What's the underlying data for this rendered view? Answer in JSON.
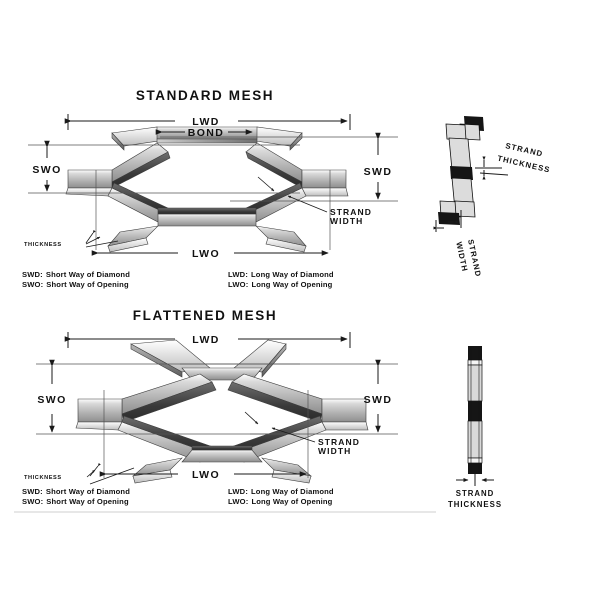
{
  "figure": {
    "kind": "expanded-metal-mesh-terminology-diagram",
    "background_color": "#ffffff",
    "ink_color": "#111111"
  },
  "panels": [
    {
      "id": "standard-mesh",
      "title": "STANDARD MESH",
      "dimensions": {
        "top_overall": "LWD",
        "top_inner": "BOND",
        "left": "SWO",
        "right": "SWD",
        "bottom": "LWO"
      },
      "callouts": [
        {
          "id": "thickness",
          "label": "THICKNESS"
        },
        {
          "id": "strand-width",
          "label": "STRAND\nWIDTH",
          "line1": "STRAND",
          "line2": "WIDTH"
        }
      ],
      "legend": [
        {
          "abbr": "SWD:",
          "text": "Short Way of Diamond"
        },
        {
          "abbr": "SWO:",
          "text": "Short Way of Opening"
        },
        {
          "abbr": "LWD:",
          "text": "Long Way of Diamond"
        },
        {
          "abbr": "LWO:",
          "text": "Long Way of Opening"
        }
      ]
    },
    {
      "id": "flattened-mesh",
      "title": "FLATTENED MESH",
      "dimensions": {
        "top_overall": "LWD",
        "left": "SWO",
        "right": "SWD",
        "bottom": "LWO"
      },
      "callouts": [
        {
          "id": "thickness",
          "label": "THICKNESS"
        },
        {
          "id": "strand-width",
          "label": "STRAND\nWIDTH",
          "line1": "STRAND",
          "line2": "WIDTH"
        }
      ],
      "legend": [
        {
          "abbr": "SWD:",
          "text": "Short Way of Diamond"
        },
        {
          "abbr": "SWO:",
          "text": "Short Way of Opening"
        },
        {
          "abbr": "LWD:",
          "text": "Long Way of Diamond"
        },
        {
          "abbr": "LWO:",
          "text": "Long Way of Opening"
        }
      ]
    }
  ],
  "details": [
    {
      "id": "standard-section-detail",
      "description": "stepped staggered cross-section of standard expanded mesh",
      "labels": [
        {
          "id": "strand-thickness",
          "line1": "STRAND",
          "line2": "THICKNESS",
          "rotated": true
        },
        {
          "id": "strand-width",
          "line1": "STRAND",
          "line2": "WIDTH",
          "rotated": true
        }
      ]
    },
    {
      "id": "flattened-section-detail",
      "description": "flat in-plane cross-section of flattened expanded mesh",
      "labels": [
        {
          "id": "strand-thickness",
          "line1": "STRAND",
          "line2": "THICKNESS",
          "rotated": false
        }
      ]
    }
  ]
}
